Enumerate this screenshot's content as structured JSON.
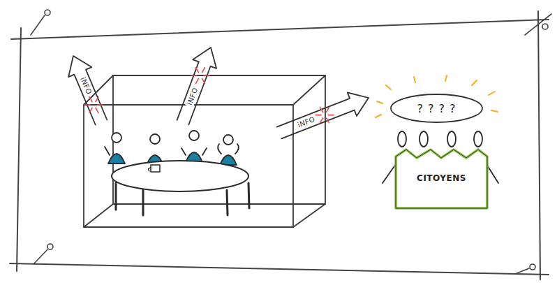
{
  "diagram": {
    "nodes": [
      {
        "text": [
          "? ? ? ?"
        ]
      },
      {
        "text": [
          "CITOYENS"
        ]
      }
    ],
    "labels": [
      "iNFO",
      "iNFO",
      "iNFO"
    ]
  }
}
